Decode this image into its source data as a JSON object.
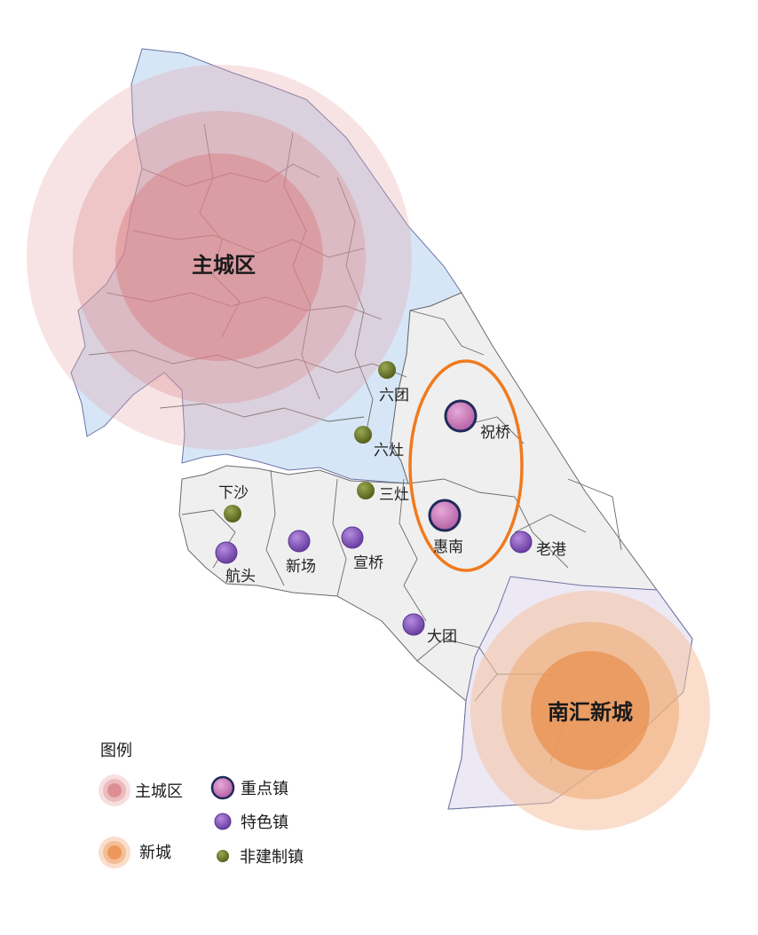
{
  "map": {
    "zones": {
      "main_city": {
        "label": "主城区"
      },
      "new_city": {
        "label": "南汇新城"
      }
    },
    "towns": [
      {
        "id": "zhuqiao",
        "name": "祝桥",
        "category": "key"
      },
      {
        "id": "huinan",
        "name": "惠南",
        "category": "key"
      },
      {
        "id": "laogang",
        "name": "老港",
        "category": "featured"
      },
      {
        "id": "hangtou",
        "name": "航头",
        "category": "featured"
      },
      {
        "id": "xinchang",
        "name": "新场",
        "category": "featured"
      },
      {
        "id": "xuanqiao",
        "name": "宣桥",
        "category": "featured"
      },
      {
        "id": "datuan",
        "name": "大团",
        "category": "featured"
      },
      {
        "id": "liutuan",
        "name": "六团",
        "category": "non-established"
      },
      {
        "id": "liuzao",
        "name": "六灶",
        "category": "non-established"
      },
      {
        "id": "sanzao",
        "name": "三灶",
        "category": "non-established"
      },
      {
        "id": "xiasha",
        "name": "下沙",
        "category": "non-established"
      }
    ],
    "colors": {
      "main_city_ring": "#e8a3a6",
      "main_city_core": "#d98488",
      "new_city_ring": "#f6c3a0",
      "new_city_core": "#ea9a5a",
      "key_town": "#c57ab5",
      "key_town_outline": "#1f2a5a",
      "featured_town": "#8c5cc0",
      "non_established_town": "#6f7d2c",
      "highlight_ellipse": "#f07a1e",
      "land_gray": "#efefef",
      "land_blue": "#d6e6f6",
      "land_lavender": "#ece8f4"
    }
  },
  "legend": {
    "title": "图例",
    "items": [
      {
        "id": "main_city",
        "label": "主城区",
        "symbol": "main-city-circle-icon"
      },
      {
        "id": "key_town",
        "label": "重点镇",
        "symbol": "key-town-dot-icon"
      },
      {
        "id": "featured_town",
        "label": "特色镇",
        "symbol": "featured-town-dot-icon"
      },
      {
        "id": "new_city",
        "label": "新城",
        "symbol": "new-city-circle-icon"
      },
      {
        "id": "non_established_town",
        "label": "非建制镇",
        "symbol": "non-established-town-dot-icon"
      }
    ]
  }
}
